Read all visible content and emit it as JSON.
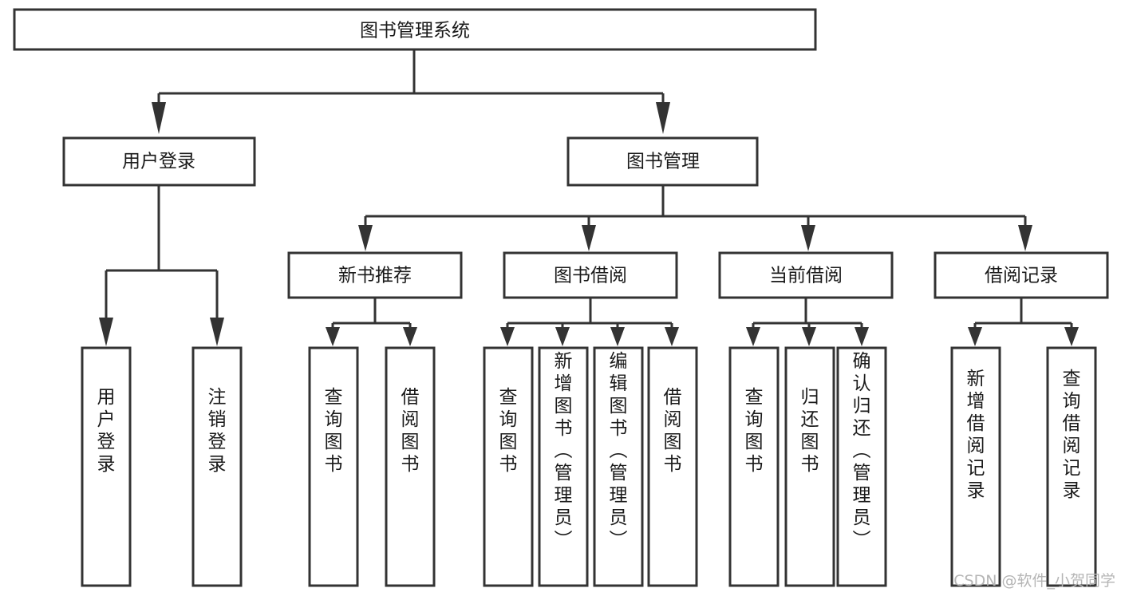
{
  "diagram": {
    "kind": "functional-structure-tree",
    "title": "图书管理系统",
    "root": {
      "label": "图书管理系统"
    },
    "level1": [
      {
        "label": "用户登录"
      },
      {
        "label": "图书管理"
      }
    ],
    "level2": [
      {
        "label": "新书推荐",
        "parent": "图书管理"
      },
      {
        "label": "图书借阅",
        "parent": "图书管理"
      },
      {
        "label": "当前借阅",
        "parent": "图书管理"
      },
      {
        "label": "借阅记录",
        "parent": "图书管理"
      }
    ],
    "leaves": {
      "user_login": [
        {
          "label": "用户登录"
        },
        {
          "label": "注销登录"
        }
      ],
      "new_book_recommend": [
        {
          "label": "查询图书"
        },
        {
          "label": "借阅图书"
        }
      ],
      "book_borrow": [
        {
          "label": "查询图书"
        },
        {
          "label": "新增图书（管理员）"
        },
        {
          "label": "编辑图书（管理员）"
        },
        {
          "label": "借阅图书"
        }
      ],
      "current_borrow": [
        {
          "label": "查询图书"
        },
        {
          "label": "归还图书"
        },
        {
          "label": "确认归还（管理员）"
        }
      ],
      "borrow_record": [
        {
          "label": "新增借阅记录"
        },
        {
          "label": "查询借阅记录"
        }
      ]
    }
  },
  "watermark": {
    "text": "CSDN @软件_小贺同学"
  },
  "colors": {
    "stroke": "#333333",
    "box_fill": "#ffffff",
    "text": "#1a1a1a",
    "watermark": "#b5b5b5",
    "background": "#ffffff"
  }
}
